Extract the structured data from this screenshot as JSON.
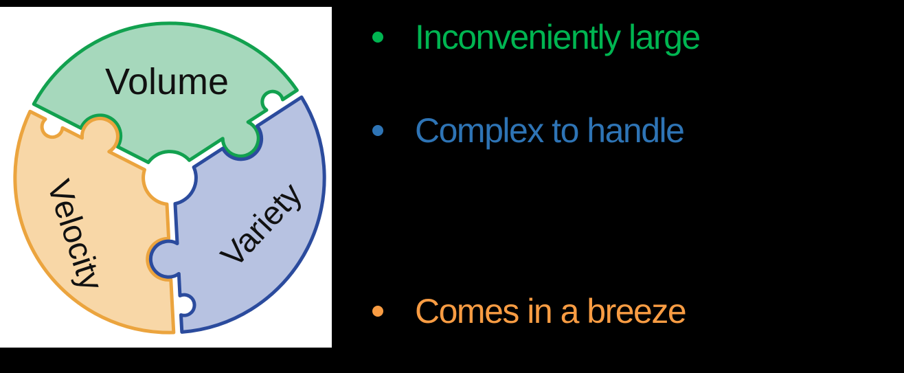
{
  "canvas": {
    "background": "#000000",
    "panel_background": "#ffffff"
  },
  "puzzle": {
    "description": "circular three-piece jigsaw diagram",
    "label_color": "#111111",
    "pieces": [
      {
        "label": "Volume",
        "fill": "#a6d8bc",
        "stroke": "#12a14f"
      },
      {
        "label": "Velocity",
        "fill": "#f8d7a7",
        "stroke": "#eba43e"
      },
      {
        "label": "Variety",
        "fill": "#b7c2e1",
        "stroke": "#2b4b9d"
      }
    ]
  },
  "bullets": [
    {
      "text": "Inconveniently large",
      "color": "#00b551"
    },
    {
      "text": "Complex to handle",
      "color": "#2e74b5"
    },
    {
      "text": "Comes in a breeze",
      "color": "#f89c43"
    }
  ]
}
